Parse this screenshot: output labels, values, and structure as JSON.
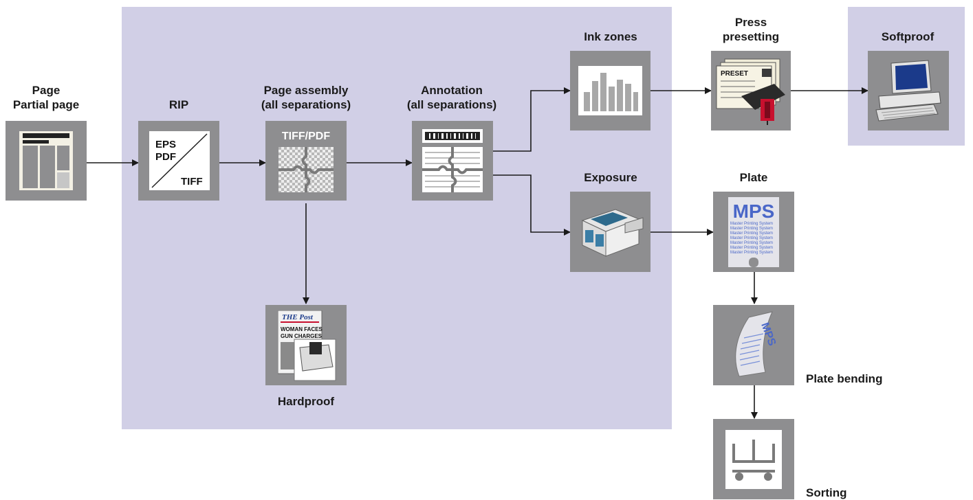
{
  "labels": {
    "page_1": "Page",
    "page_2": "Partial page",
    "rip": "RIP",
    "assembly_1": "Page assembly",
    "assembly_2": "(all separations)",
    "annotation_1": "Annotation",
    "annotation_2": "(all separations)",
    "ink_zones": "Ink zones",
    "press_1": "Press",
    "press_2": "presetting",
    "softproof": "Softproof",
    "exposure": "Exposure",
    "plate": "Plate",
    "plate_bending": "Plate bending",
    "sorting": "Sorting",
    "hardproof": "Hardproof"
  },
  "icon_text": {
    "rip_top_1": "EPS",
    "rip_top_2": "PDF",
    "rip_bottom": "TIFF",
    "assembly_format": "TIFF/PDF",
    "preset": "PRESET",
    "mps": "MPS",
    "mps_rows": "Master Printing System",
    "bent_mps": "MPS",
    "newspaper_title": "THE Post",
    "newspaper_headline_1": "WOMAN FACES",
    "newspaper_headline_2": "GUN CHARGES"
  },
  "colors": {
    "region": "#d1cfe6",
    "node": "#8e8e90",
    "arrow": "#1a1a1a",
    "mps_blue": "#4a67c8"
  }
}
